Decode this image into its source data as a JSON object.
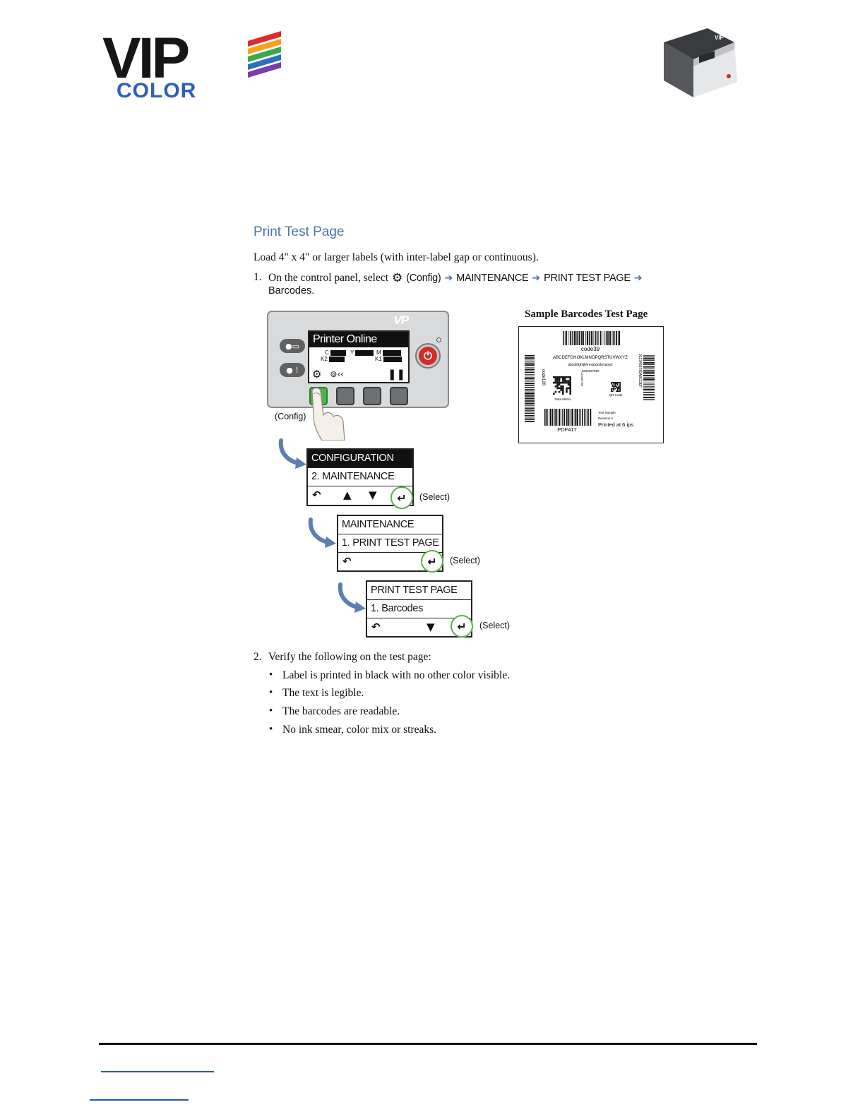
{
  "header": {
    "logo_top": "VIP",
    "logo_bottom": "COLOR",
    "logo_stripes": [
      "#e32a2a",
      "#f7a21b",
      "#3aa84a",
      "#2f6fc0",
      "#7a3ea6"
    ],
    "printer_brand": "VIP"
  },
  "section": {
    "title": "Print Test Page",
    "intro": "Load 4\" x 4\" or larger labels (with inter-label gap or continuous).",
    "step1": {
      "number": "1.",
      "prefix": "On the control panel, select",
      "config": "(Config)",
      "path": [
        "MAINTENANCE",
        "PRINT TEST PAGE"
      ],
      "last": "Barcodes."
    },
    "step2": {
      "number": "2.",
      "text": "Verify the following on the test page:",
      "bullets": [
        "Label is printed in black with no other color visible.",
        "The text is legible.",
        "The barcodes are readable.",
        "No ink smear, color mix or streaks."
      ]
    }
  },
  "panel": {
    "brand": "VP",
    "lcd_title": "Printer Online",
    "ink_left": [
      "C",
      "K2"
    ],
    "ink_mid": [
      "Y"
    ],
    "ink_right": [
      "M",
      "K1"
    ],
    "config_label": "(Config)"
  },
  "screens": [
    {
      "header": "CONFIGURATION",
      "item": "2. MAINTENANCE",
      "select": "(Select)"
    },
    {
      "header": "MAINTENANCE",
      "item": "1. PRINT TEST PAGE",
      "select": "(Select)"
    },
    {
      "header": "PRINT TEST PAGE",
      "item": "1. Barcodes",
      "select": "(Select)"
    }
  ],
  "sample": {
    "title": "Sample Barcodes Test Page",
    "code39": "code39",
    "alpha_upper": "ABCDEFGHIJKLMNOPQRSTUVWXYZ",
    "alpha_lower": "abcdefghijklmnopqrstuvwxyz",
    "digits": "1234567890",
    "code128": "code128",
    "data_matrix": "Data Matrix",
    "qr_code": "QR Code",
    "ean": "123456789",
    "side_right": "0123456789ABCDEF",
    "test_sample": "Test Sample",
    "revision": "Revision A",
    "printed_at": "Printed at 6 ips",
    "pdf417": "PDF417"
  }
}
